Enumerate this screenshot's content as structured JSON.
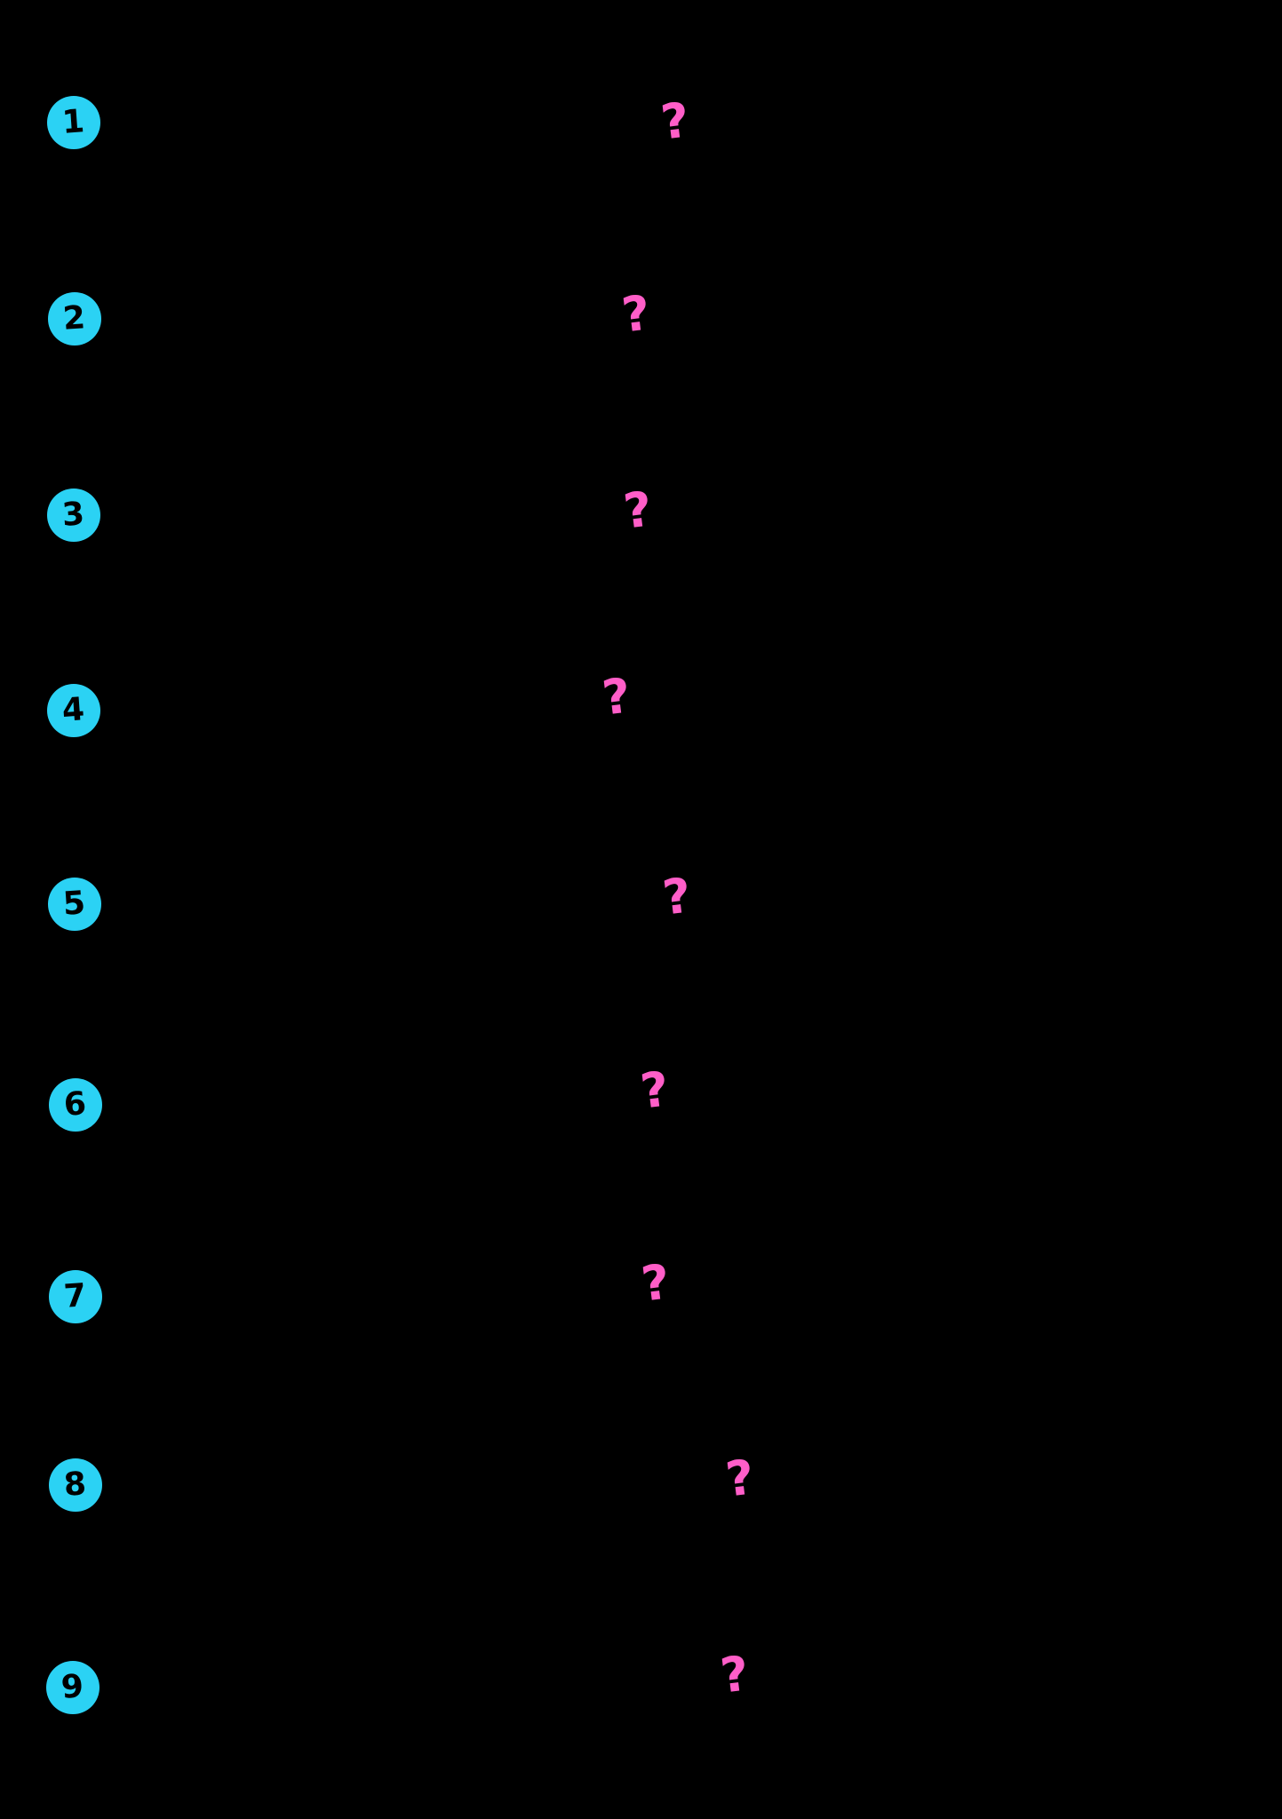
{
  "worksheet": {
    "background_color": "#000000",
    "badge_color": "#2BD2F4",
    "badge_number_color": "#000000",
    "question_mark_color": "#FF5EC8",
    "questions": [
      {
        "number": "1",
        "answer_placeholder": "?"
      },
      {
        "number": "2",
        "answer_placeholder": "?"
      },
      {
        "number": "3",
        "answer_placeholder": "?"
      },
      {
        "number": "4",
        "answer_placeholder": "?"
      },
      {
        "number": "5",
        "answer_placeholder": "?"
      },
      {
        "number": "6",
        "answer_placeholder": "?"
      },
      {
        "number": "7",
        "answer_placeholder": "?"
      },
      {
        "number": "8",
        "answer_placeholder": "?"
      },
      {
        "number": "9",
        "answer_placeholder": "?"
      }
    ]
  }
}
